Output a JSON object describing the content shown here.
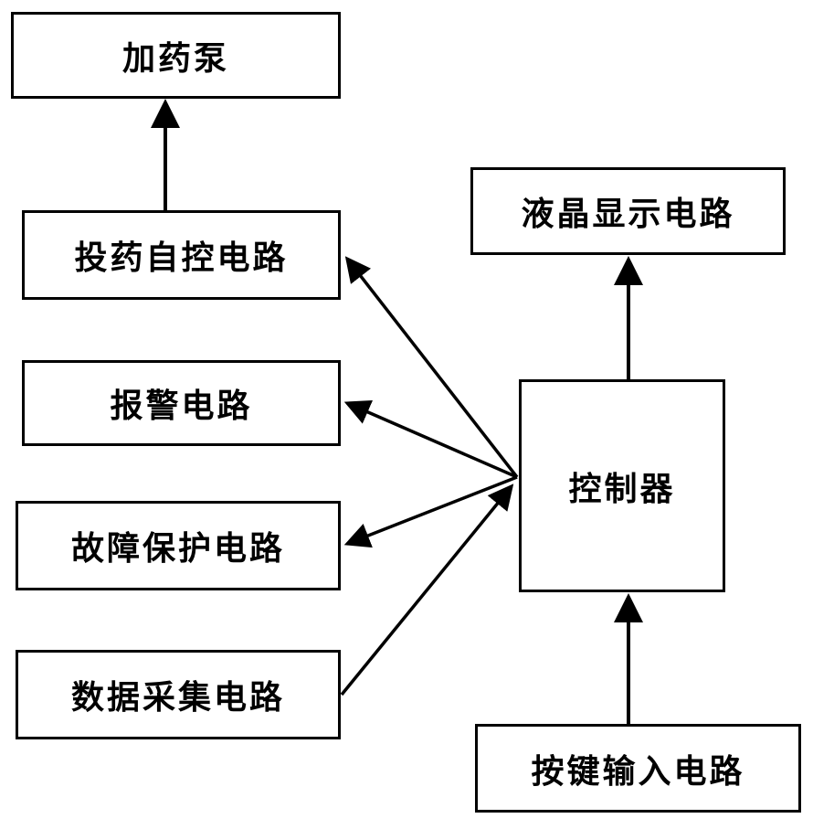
{
  "blocks": {
    "pump": "加药泵",
    "dosing": "投药自控电路",
    "alarm": "报警电路",
    "fault": "故障保护电路",
    "data": "数据采集电路",
    "lcd": "液晶显示电路",
    "controller": "控制器",
    "keys": "按键输入电路"
  }
}
